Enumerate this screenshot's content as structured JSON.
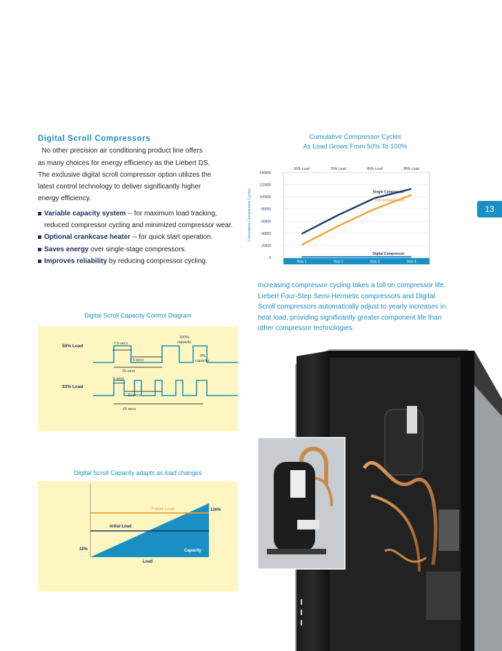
{
  "page_number": "13",
  "section": {
    "title": "Digital Scroll Compressors",
    "lines": [
      "  No other precision air conditioning product line offers",
      "as many choices for energy efficiency as the Liebert DS.",
      "The exclusive digital scroll compressor option utilizes the",
      "latest control technology to deliver significantly higher",
      "energy efficiency."
    ],
    "bullets": [
      {
        "bold": "Variable capacity system",
        "rest": " -- for maximum load tracking,",
        "cont": "reduced compressor cycling and minimized compressor wear."
      },
      {
        "bold": "Optional crankcase heater",
        "rest": " -- for quick start operation.",
        "cont": ""
      },
      {
        "bold": "Saves energy",
        "rest": " over single-stage  compressors.",
        "cont": ""
      },
      {
        "bold": "Improves reliability",
        "rest": " by reducing compressor cycling.",
        "cont": ""
      }
    ]
  },
  "chart_title_1": "Cumulative Compressor Cycles",
  "chart_title_2": "As Load Grows From 50% To 100%",
  "chart_data": {
    "type": "line",
    "title": "Cumulative Compressor Cycles As Load Grows From 50% To 100%",
    "ylabel": "Cumulative Compressor Cycles",
    "categories": [
      "Year 1",
      "Year 2",
      "Year 3",
      "Year 4"
    ],
    "top_labels": [
      "60% Load",
      "70% Load",
      "80% Load",
      "90% Load"
    ],
    "y_ticks": [
      "0",
      "20000",
      "40000",
      "60000",
      "80000",
      "100000",
      "120000",
      "140000"
    ],
    "ylim": [
      0,
      140000
    ],
    "series": [
      {
        "name": "Single Compressor",
        "color": "#1b3a6b",
        "values": [
          39000,
          70000,
          98000,
          113000
        ]
      },
      {
        "name": "Two Compressors",
        "color": "#f2a032",
        "values": [
          21000,
          52000,
          80000,
          103000
        ]
      },
      {
        "name": "Digital Compressor",
        "color": "#2a8fc8",
        "values": [
          1000,
          1000,
          1000,
          1000
        ]
      }
    ]
  },
  "chart_caption": "Increasing compressor cycling takes a toll  on  compressor life. Liebert Four-Step Semi-Hermetic compressors and Digital Scroll compressors automatically adjust  to yearly increases in heat load, providing significantly greater component life than other compressor technologies.",
  "diagram1": {
    "title": "Digital Scroll Capacity Control Diagram",
    "load50": "50% Load",
    "load33": "33% Load",
    "l_75a": "7.5 secs",
    "l_75b": "7.5 secs",
    "l_15a": "15 secs",
    "l_5": "5 secs",
    "l_10": "10 secs",
    "l_15b": "15 secs",
    "cap100_1": "100%",
    "cap100_2": "capacity",
    "cap0_1": "0%",
    "cap0_2": "capacity"
  },
  "diagram2": {
    "title": "Digital Scroll Capacity adapts as load changes",
    "future_load": "Future Load",
    "initial_load": "Initial Load",
    "pct100": "100%",
    "pct10": "10%",
    "capacity": "Capacity",
    "load": "Load"
  },
  "colors": {
    "accent": "#1a8fc4",
    "navy": "#1b2f5a",
    "orange": "#f2a032",
    "diagram_bg": "#fdf6c0"
  }
}
